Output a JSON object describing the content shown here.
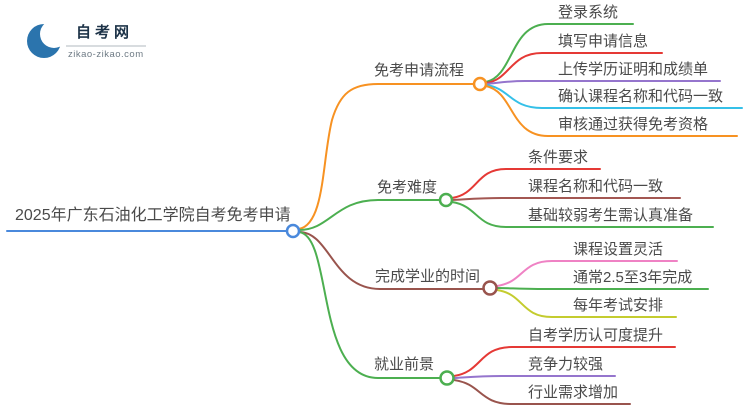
{
  "logo": {
    "title": "自考网",
    "domain": "zikao-zikao.com"
  },
  "main_topic": "2025年广东石油化工学院自考免考申请",
  "branches": [
    {
      "label": "免考申请流程",
      "items": [
        "登录系统",
        "填写申请信息",
        "上传学历证明和成绩单",
        "确认课程名称和代码一致",
        "审核通过获得免考资格"
      ]
    },
    {
      "label": "免考难度",
      "items": [
        "条件要求",
        "课程名称和代码一致",
        "基础较弱考生需认真准备"
      ]
    },
    {
      "label": "完成学业的时间",
      "items": [
        "课程设置灵活",
        "通常2.5至3年完成",
        "每年考试安排"
      ]
    },
    {
      "label": "就业前景",
      "items": [
        "自考学历认可度提升",
        "竞争力较强",
        "行业需求增加"
      ]
    }
  ],
  "colors": {
    "text": "#4a4a4a",
    "main_blue": "#4a89dc",
    "orange": "#f79222",
    "green": "#4caf50",
    "red": "#e53935",
    "purple": "#9575cd",
    "cyan": "#35c0e8",
    "dark_red": "#a35752",
    "brown": "#99544d",
    "pink": "#ef82c4",
    "olive": "#c4cc2f",
    "logo_blue": "#2b74ad",
    "logo_red": "#e64545",
    "logo_text": "#1d3348"
  }
}
